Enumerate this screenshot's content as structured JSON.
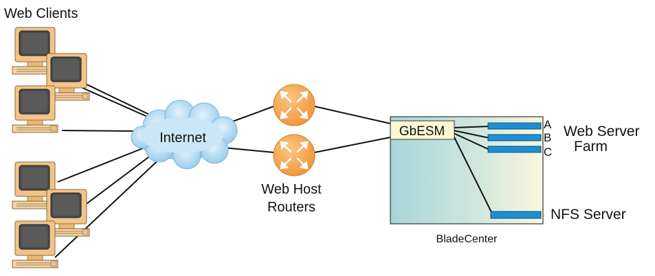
{
  "labels": {
    "web_clients": "Web Clients",
    "internet": "Internet",
    "routers_line1": "Web Host",
    "routers_line2": "Routers",
    "switch": "GbESM",
    "chassis": "BladeCenter",
    "server_a": "A",
    "server_b": "B",
    "server_c": "C",
    "farm_line1": "Web Server",
    "farm_line2": "Farm",
    "nfs": "NFS Server"
  },
  "icons": {
    "client": "desktop-computer-icon",
    "cloud": "cloud-icon",
    "router": "router-icon",
    "blade": "blade-server-icon"
  },
  "colors": {
    "monitor_case": "#f2c38a",
    "monitor_screen": "#444444",
    "cloud": "#9fd0ee",
    "router": "#f2a04a",
    "blade": "#1c8fd6",
    "switch_box": "#fdf7d2",
    "chassis_left": "#a9d7d8",
    "chassis_right": "#fbf7dc",
    "lines": "#111111"
  }
}
